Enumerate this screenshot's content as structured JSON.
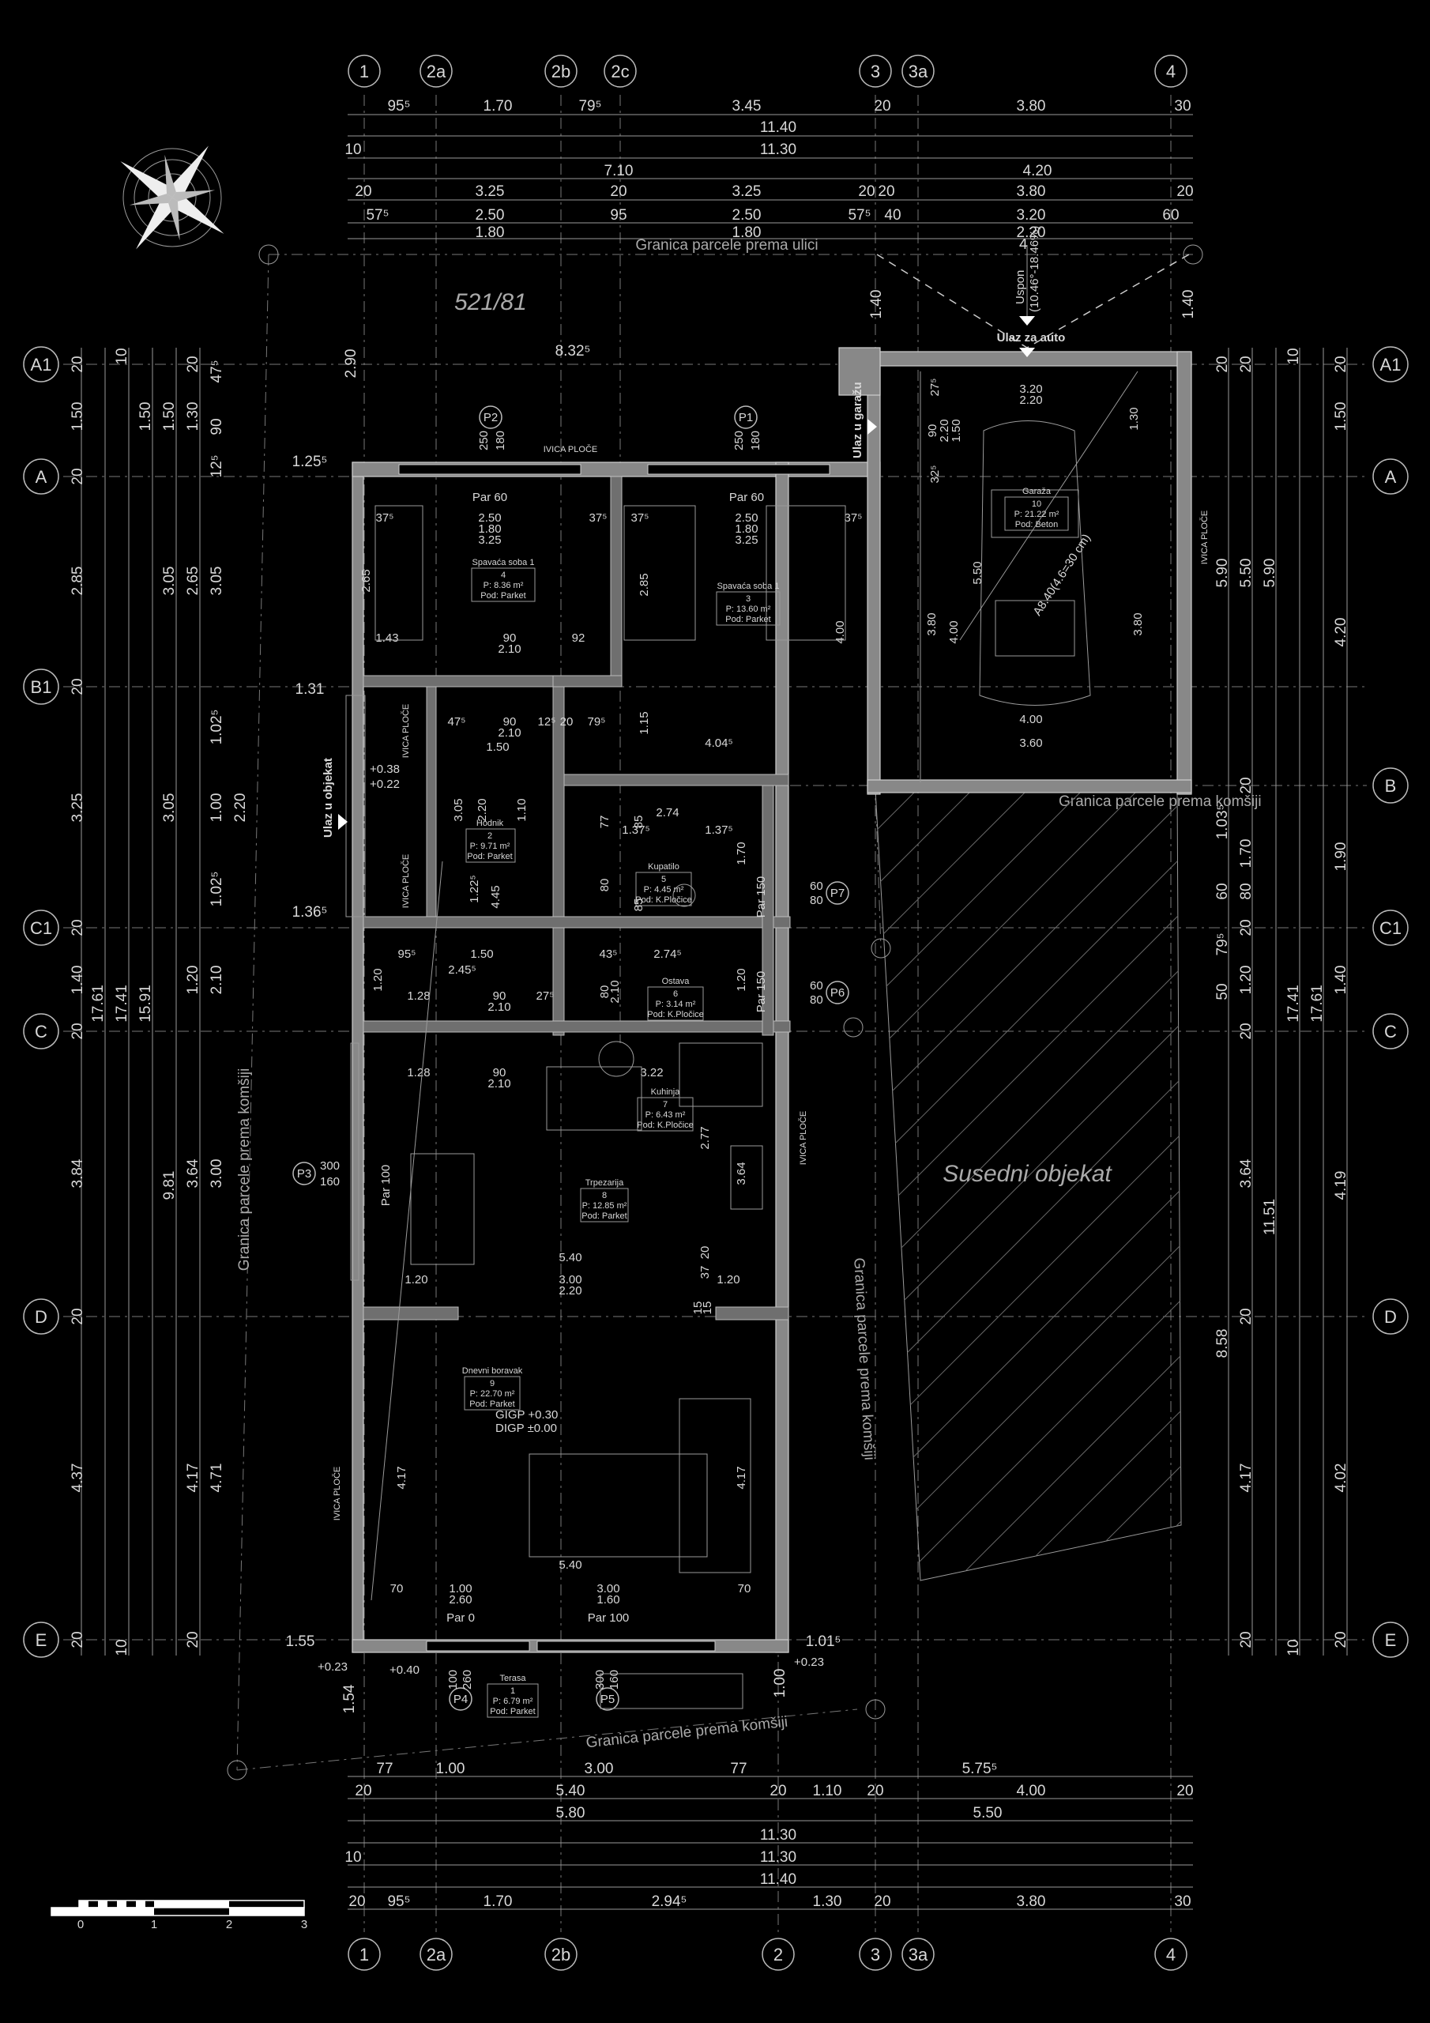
{
  "parcel": {
    "number": "521/81",
    "border_street": "Granica parcele prema ulici",
    "border_neighbor_left": "Granica parcele prema komšiji",
    "border_neighbor_mid": "Granica parcele prema komšiji",
    "border_neighbor_bottom": "Granica parcele prema komšiji",
    "border_neighbor_right": "Granica parcele prema komšiji"
  },
  "neighbor_building": "Susedni objekat",
  "entrances": {
    "car": "Ulaz za auto",
    "garage": "Ulaz u garažu",
    "house": "Ulaz u objekat",
    "ramp": "Uspon",
    "ramp_slope": "(10.46°-18.46%)",
    "ramp_mark": "4"
  },
  "ivica_ploce": "IVICA PLOČE",
  "levels": {
    "gigp": "GIGP +0.30",
    "digp": "DIGP ±0.00",
    "entry_top": "+0.38",
    "entry_bot": "+0.22",
    "terrace_left": "+0.23",
    "terrace_mid": "+0.40",
    "terrace_right": "+0.23"
  },
  "axes_vertical": [
    "1",
    "2a",
    "2b",
    "2c",
    "3",
    "3a",
    "4"
  ],
  "axes_vertical_bottom": [
    "1",
    "2a",
    "2b",
    "2",
    "3",
    "3a",
    "4"
  ],
  "axes_horizontal": [
    "A1",
    "A",
    "B1",
    "B",
    "C1",
    "C",
    "D",
    "E"
  ],
  "rooms": [
    {
      "name": "Spavaća soba 1",
      "num": "4",
      "area": "P: 8.36 m²",
      "floor": "Pod: Parket"
    },
    {
      "name": "Spavaća soba 1",
      "num": "3",
      "area": "P: 13.60 m²",
      "floor": "Pod: Parket"
    },
    {
      "name": "Garaža",
      "num": "10",
      "area": "P: 21.22 m²",
      "floor": "Pod: Beton"
    },
    {
      "name": "Hodnik",
      "num": "2",
      "area": "P: 9.71 m²",
      "floor": "Pod: Parket"
    },
    {
      "name": "Kupatilo",
      "num": "5",
      "area": "P: 4.45 m²",
      "floor": "Pod: K.Pločice"
    },
    {
      "name": "Ostava",
      "num": "6",
      "area": "P: 3.14 m²",
      "floor": "Pod: K.Pločice"
    },
    {
      "name": "Kuhinja",
      "num": "7",
      "area": "P: 6.43 m²",
      "floor": "Pod: K.Pločice"
    },
    {
      "name": "Trpezarija",
      "num": "8",
      "area": "P: 12.85 m²",
      "floor": "Pod: Parket"
    },
    {
      "name": "Dnevni boravak",
      "num": "9",
      "area": "P: 22.70 m²",
      "floor": "Pod: Parket"
    },
    {
      "name": "Terasa",
      "num": "1",
      "area": "P: 6.79 m²",
      "floor": "Pod: Parket"
    }
  ],
  "openings": {
    "P1": "P1",
    "P2": "P2",
    "P3": "P3",
    "P4": "P4",
    "P5": "P5",
    "P6": "P6",
    "P7": "P7",
    "par60": "Par 60",
    "par0": "Par 0",
    "par100": "Par 100",
    "par150": "Par 150"
  },
  "dims_top": {
    "r1": [
      "95⁵",
      "1.70",
      "79⁵",
      "3.45",
      "20",
      "3.80",
      "30"
    ],
    "r2": "11.40",
    "r3a": "10",
    "r3b": "11.30",
    "r4a": "7.10",
    "r4b": "4.20",
    "r5": [
      "20",
      "3.25",
      "20",
      "3.25",
      "20",
      "20",
      "3.80",
      "20"
    ],
    "r6": [
      "57⁵",
      "2.50",
      "95",
      "2.50",
      "57⁵",
      "40",
      "3.20",
      "60"
    ],
    "r7": [
      "1.80",
      "1.80",
      "2.20"
    ]
  },
  "dims_bottom": {
    "r1": [
      "77",
      "1.00",
      "3.00",
      "77",
      "5.75⁵"
    ],
    "r2": [
      "20",
      "5.40",
      "20",
      "1.10",
      "20",
      "4.00",
      "20"
    ],
    "r3a": "5.80",
    "r3b": "5.50",
    "r4": "11.30",
    "r5a": "10",
    "r5b": "11.30",
    "r6": "11.40",
    "r7": [
      "20",
      "95⁵",
      "1.70",
      "2.94⁵",
      "1.30",
      "20",
      "3.80",
      "30"
    ]
  },
  "dims_left": {
    "c1": [
      "20",
      "1.50",
      "20",
      "2.85",
      "20",
      "3.25",
      "20",
      "1.40",
      "20",
      "3.84",
      "20",
      "4.37",
      "20"
    ],
    "c2": "17.61",
    "c3": "17.41",
    "c4a": [
      "10",
      "1.50"
    ],
    "c4b": "15.91",
    "c4c": "9.81",
    "c4d": "10",
    "c5": [
      "10",
      "1.50",
      "3.05",
      "3.05",
      "1.20",
      "3.64",
      "4.17",
      "10"
    ],
    "c6": [
      "20",
      "1.30",
      "2.65",
      "1.00",
      "2.10",
      "3.00",
      "4.71",
      "20"
    ],
    "c7": [
      "47⁵",
      "90",
      "12⁵",
      "3.05",
      "1.02⁵",
      "2.20",
      "1.02⁵"
    ]
  },
  "dims_right": {
    "c1": [
      "20",
      "1.50",
      "4.20",
      "1.90",
      "1.40",
      "4.19",
      "4.02",
      "20"
    ],
    "c2": "17.61",
    "c3": "17.41",
    "c4": [
      "10",
      "10"
    ],
    "c5": [
      "5.90",
      "11.51"
    ],
    "c6": [
      "20",
      "5.50",
      "20",
      "1.70",
      "80",
      "20",
      "1.20",
      "20",
      "3.64",
      "20",
      "4.17",
      "20"
    ],
    "c7": [
      "20",
      "5.90",
      "1.03⁵",
      "60",
      "79⁵",
      "50",
      "8.58"
    ]
  },
  "dims_misc": {
    "d8325": "8.32⁵",
    "d290": "2.90",
    "d125": "1.25⁵",
    "d131": "1.31",
    "d136": "1.36⁵",
    "d155": "1.55",
    "d101": "1.01⁵",
    "d140a": "1.40",
    "d140b": "1.40",
    "d154": "1.54",
    "d100": "1.00",
    "d250a": "250",
    "d180a": "180",
    "d250b": "250",
    "d180b": "180",
    "br1": [
      "37⁵",
      "2.50",
      "1.80",
      "3.25",
      "37⁵"
    ],
    "br2": [
      "37⁵",
      "2.50",
      "1.80",
      "3.25",
      "37⁵"
    ],
    "br1_h": "2.65",
    "br1_w1": "1.43",
    "br1_w2": "90",
    "br1_w3": "2.10",
    "br1_w4": "92",
    "br2_h": "4.00",
    "br2_d": "2.85",
    "garage": [
      "3.20",
      "2.20",
      "4.00",
      "3.60",
      "3.80",
      "4.00",
      "3.80",
      "5.50",
      "1.30"
    ],
    "garage_diag": "A8.40(4.6=30 cm)",
    "hall": [
      "47⁵",
      "90",
      "12⁵",
      "20",
      "79⁵",
      "1.50",
      "2.10",
      "3.05",
      "1.22⁵",
      "4.45",
      "2.20",
      "1.10",
      "4.04⁵",
      "1.15"
    ],
    "bath": [
      "2.74",
      "1.37⁵",
      "1.37⁵",
      "77",
      "85",
      "1.70",
      "80",
      "85"
    ],
    "stor": [
      "2.74⁵",
      "43⁵",
      "1.20",
      "2.10",
      "80"
    ],
    "living_top": [
      "95⁵",
      "2.45⁵",
      "1.28",
      "90",
      "2.10",
      "27⁵",
      "1.50",
      "1.20"
    ],
    "kitchen": [
      "1.28",
      "90",
      "2.10",
      "3.22",
      "2.77",
      "3.64",
      "5.40",
      "1.20",
      "3.00",
      "2.20",
      "1.20",
      "37",
      "20",
      "15",
      "15"
    ],
    "living": [
      "4.17",
      "4.17",
      "5.40",
      "70",
      "1.00",
      "2.60",
      "3.00",
      "1.60",
      "70"
    ],
    "p6": [
      "60",
      "80"
    ],
    "p7": [
      "60",
      "80"
    ],
    "p3": [
      "300",
      "160"
    ],
    "p4": [
      "100",
      "260"
    ],
    "p5": [
      "300",
      "160"
    ],
    "par100_side": "Par 100",
    "garage_door": [
      "90",
      "2.20",
      "1.50",
      "27⁵",
      "32⁵"
    ]
  },
  "scale": {
    "ticks": [
      "0",
      "1",
      "2",
      "3"
    ]
  }
}
